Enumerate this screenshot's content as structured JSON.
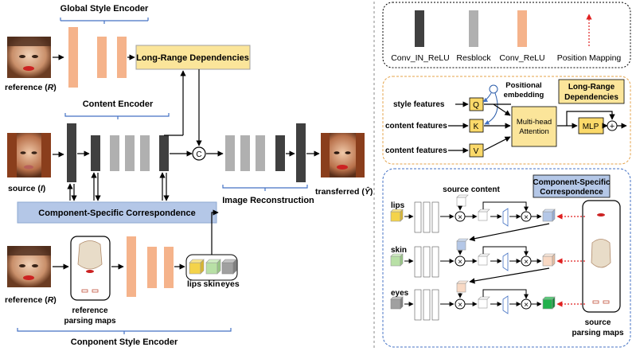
{
  "left": {
    "global_style_encoder": "Global Style Encoder",
    "long_range_dependencies": "Long-Range Dependencies",
    "content_encoder": "Content Encoder",
    "reference_label_1": "reference (",
    "reference_label_1_var": "R",
    "reference_label_1_end": ")",
    "source_label": "source (",
    "source_label_var": "I",
    "source_label_end": ")",
    "concat_symbol": "C",
    "image_reconstruction": "Image Reconstruction",
    "transferred_label": "transferred (",
    "transferred_label_var": "Ŷ",
    "transferred_label_end": ")",
    "component_specific_correspondence": "Component-Specific Correspondence",
    "reference_label_2": "reference (",
    "reference_label_2_var": "R",
    "reference_label_2_end": ")",
    "reference_parsing_maps_1": "reference",
    "reference_parsing_maps_2": "parsing maps",
    "component_labels": [
      "lips",
      "skin",
      "eyes"
    ],
    "component_style_encoder": "Conponent Style Encoder"
  },
  "legend": {
    "items": [
      "Conv_IN_ReLU",
      "Resblock",
      "Conv_ReLU",
      "Position Mapping"
    ]
  },
  "lrd_panel": {
    "title_1": "Long-Range",
    "title_2": "Dependencies",
    "positional_1": "Positional",
    "positional_2": "embedding",
    "rows": [
      "style features",
      "content features",
      "content features"
    ],
    "qkv": [
      "Q",
      "K",
      "V"
    ],
    "attention_1": "Multi-head",
    "attention_2": "Attention",
    "mlp": "MLP",
    "plus": "+"
  },
  "csc_panel": {
    "title_1": "Component-Specific",
    "title_2": "Correspondence",
    "source_content": "source content",
    "rows": [
      "lips",
      "skin",
      "eyes"
    ],
    "source_parsing_1": "source",
    "source_parsing_2": "parsing maps",
    "times": "×"
  },
  "colors": {
    "orange_block": "#f5b38b",
    "dark_block": "#404040",
    "gray_block": "#b0b0b0",
    "yellow_box": "#fbe59a",
    "blue_box": "#b4c7e7",
    "blue_brace": "#4472c4",
    "red_dotted": "#e02020"
  }
}
